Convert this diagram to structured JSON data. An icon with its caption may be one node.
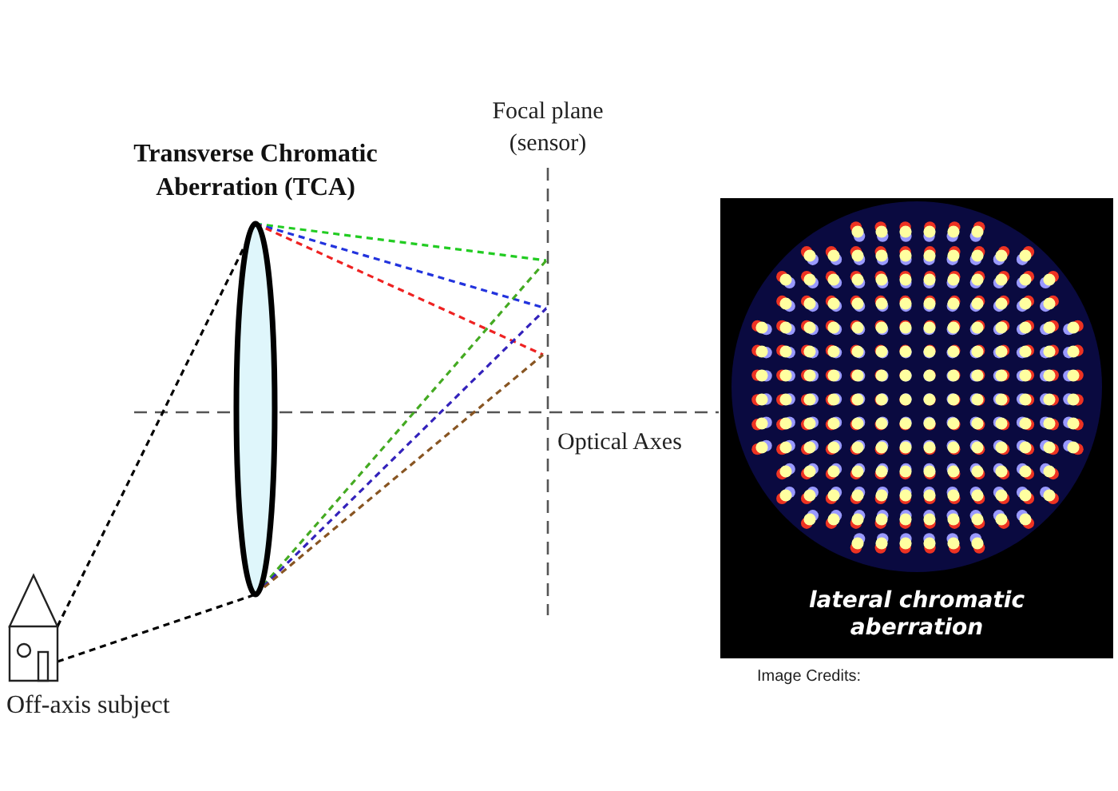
{
  "diagram": {
    "nodes": [
      {
        "text": [
          "Off-axis subject"
        ]
      },
      {
        "text": [
          "Transverse Chromatic Aberration (TCA)"
        ]
      },
      {
        "text": [
          "lateral chromatic aberration"
        ],
        "beside": [
          "Image Credits:"
        ]
      }
    ],
    "edges": [
      {
        "from": 0,
        "to": 1,
        "arrow": "none",
        "style": "dashed",
        "color": "#000000"
      },
      {
        "from": 0,
        "to": 1,
        "arrow": "none",
        "style": "dashed",
        "color": "#000000"
      },
      {
        "from": 1,
        "to": null,
        "arrow": "none",
        "style": "dashed",
        "color": "#22cc22"
      },
      {
        "from": 1,
        "to": null,
        "arrow": "none",
        "style": "dashed",
        "color": "#2233dd"
      },
      {
        "from": 1,
        "to": null,
        "arrow": "none",
        "style": "dashed",
        "color": "#ee2222"
      },
      {
        "from": 1,
        "to": null,
        "arrow": "none",
        "style": "dashed",
        "color": "#44aa22"
      },
      {
        "from": 1,
        "to": null,
        "arrow": "none",
        "style": "dashed",
        "color": "#3322bb"
      },
      {
        "from": 1,
        "to": null,
        "arrow": "none",
        "style": "dashed",
        "color": "#885522"
      }
    ],
    "labels": [
      "Focal plane (sensor)",
      "Optical Axes"
    ]
  }
}
